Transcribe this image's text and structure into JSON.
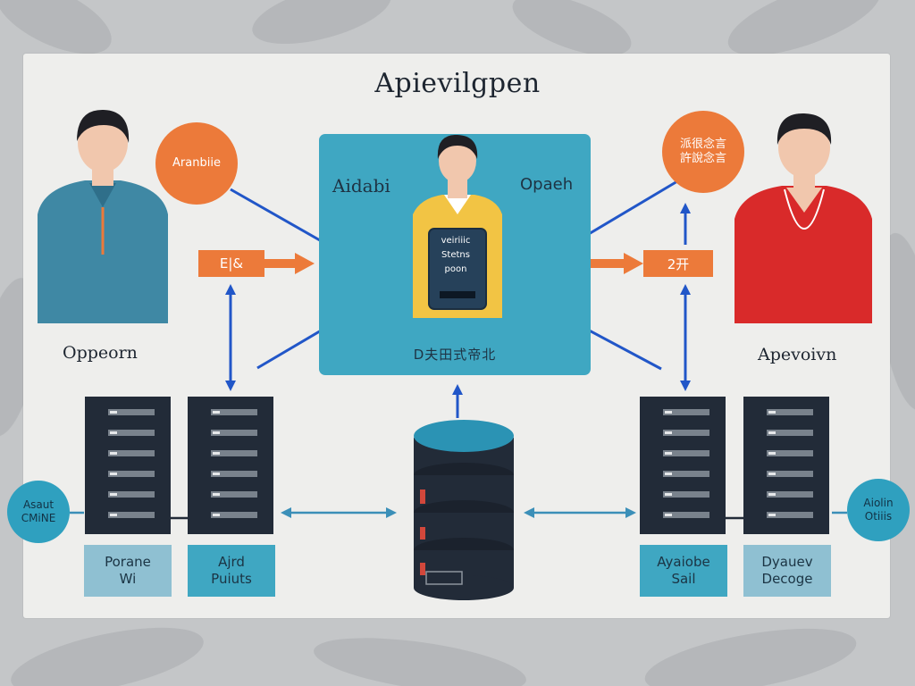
{
  "title": "Apievilgpen",
  "people": {
    "left": {
      "label": "Oppeorn",
      "bubble": "Aranbiie",
      "tag": "E|&"
    },
    "right": {
      "label": "Apevoivn",
      "bubble": "派很念言\n許說念言",
      "tag": "2开"
    }
  },
  "hub": {
    "left_label": "Aidabi",
    "right_label": "Opaeh",
    "badge_lines": [
      "veiriiic",
      "Stetns",
      "poon"
    ],
    "bottom_label": "D夫田式帝北"
  },
  "modules": [
    {
      "text": "Porane\nWi"
    },
    {
      "text": "Ajrd\nPuiuts"
    },
    {
      "text": "Ayaiobe\nSail"
    },
    {
      "text": "Dyauev\nDecoge"
    }
  ],
  "side_circles": {
    "left": "Asaut\nCMiNE",
    "right": "Aiolin\nOtiiis"
  },
  "colors": {
    "orange": "#ec7a3a",
    "teal": "#3fa7c2",
    "blue_line": "#2156c8",
    "rack": "#222b38",
    "shirt_left": "#3f88a4",
    "shirt_right": "#d92a2a"
  }
}
